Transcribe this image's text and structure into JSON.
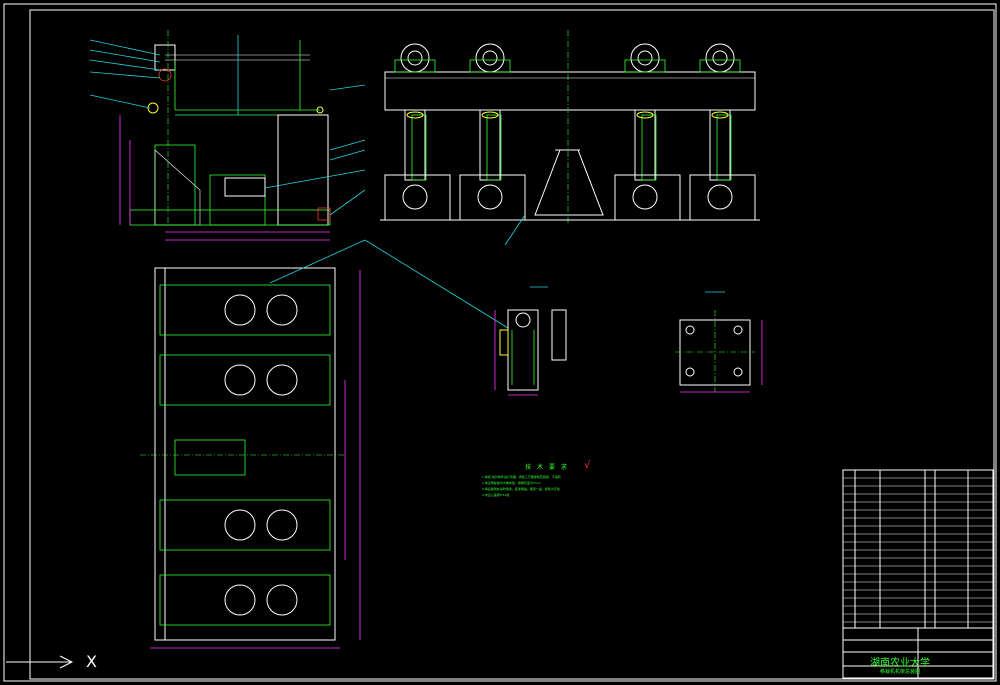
{
  "drawing": {
    "tech_req_title": "技 术 要 求",
    "tech_req_lines": [
      "1.焊接 前对焊件进行清理，按焊工艺要求规范施焊，不得有",
      "2.未注明焊缝均为角焊缝，焊脚高度为5mm",
      "3.焊后除锈并涂防锈漆，底漆两遍，面漆一遍，颜色为灰色",
      "4.未注公差按IT12级"
    ],
    "roughness_mark": "√",
    "university": "湖南农业大学",
    "drawing_name": "移栽机机架总装图",
    "axis_label": "X"
  },
  "colors": {
    "background": "#000000",
    "frame": "#ffffff",
    "outline": "#33ff33",
    "dimension": "#22d3e0",
    "hidden": "#ff33ff",
    "accent": "#ffff33"
  }
}
